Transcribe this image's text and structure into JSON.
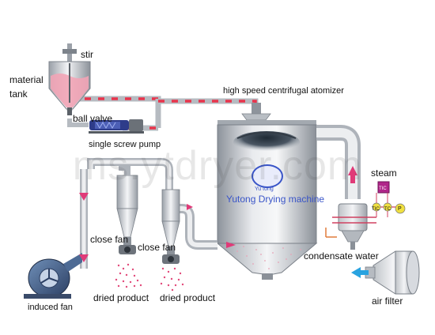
{
  "labels": {
    "stir": "stir",
    "material_tank": "material\ntank",
    "ball_valve": "ball valve",
    "single_screw_pump": "single screw pump",
    "atomizer": "high speed centrifugal atomizer",
    "steam": "steam",
    "close_fan_1": "close fan",
    "close_fan_2": "close fan",
    "condensate_water": "condensate water",
    "induced_fan": "induced fan",
    "dried_product_1": "dried product",
    "dried_product_2": "dried product",
    "air_filter": "air filter"
  },
  "brand": {
    "logo_text": "Yu tong",
    "name": "Yutong Drying machine"
  },
  "gauge_labels": {
    "tic": "TIC",
    "tc": "TC",
    "p": "P"
  },
  "steam_box_label": "TIC",
  "watermark": "ms.ytdryer.com",
  "colors": {
    "pipe": "#d4d7db",
    "pipe_dash": "#e8344c",
    "arrow": "#e03a78",
    "flow_blue": "#29a3e0",
    "brand": "#3a55c8",
    "product": "#e24a7a",
    "liquid": "#f2a4b6",
    "steam_box": "#b0268a",
    "gauge": "#f0e040"
  }
}
